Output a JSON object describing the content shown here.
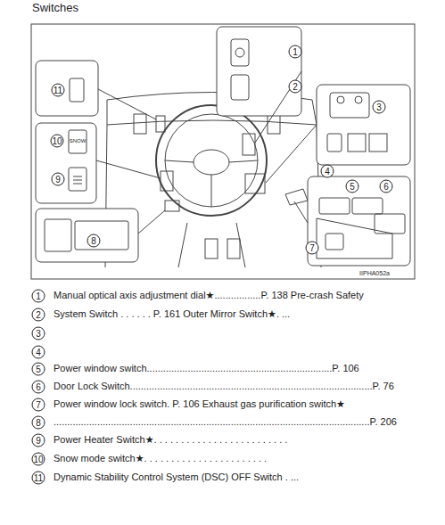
{
  "diagram": {
    "title": "Switches",
    "labels": [
      "11",
      "10",
      "9",
      "8",
      "1",
      "2",
      "3",
      "4",
      "5",
      "6",
      "7",
      "SNOW",
      "IIPHA052a",
      "1",
      "Manual optical axis adjustment dial★.................P. 138 Pre-crash Safety",
      "2",
      "System Switch . . . . . . P. 161 Outer Mirror Switch★. ...",
      "3",
      "4",
      "5",
      "Power window switch....................................................................P. 106",
      "6",
      "Door Lock Switch.........................................................................................P. 76",
      "7",
      "Power window lock switch. P. 106 Exhaust gas purification switch★",
      "8",
      "....................................................................................................................P. 206",
      "9",
      "Power Heater Switch★. . . . . . . . . . . . . . . . . . . . . . . . .",
      "10",
      "Snow mode switch★. . . . . . . . . . . . . . . . . . . . . . .",
      "11",
      "Dynamic Stability Control System (DSC) OFF Switch . ..."
    ]
  }
}
